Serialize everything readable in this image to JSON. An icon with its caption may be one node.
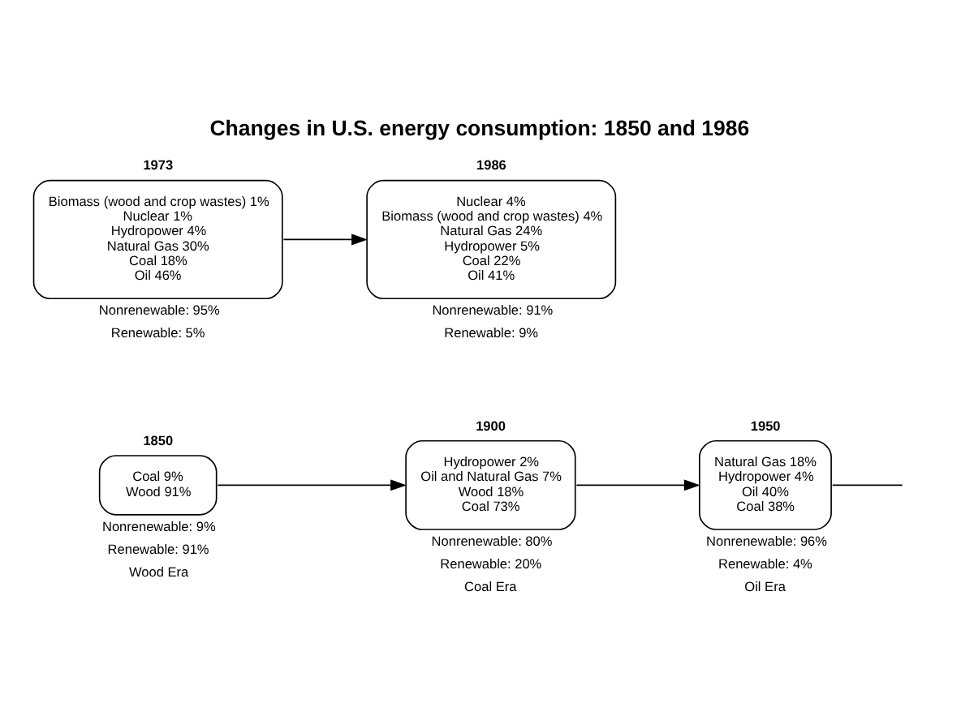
{
  "diagram": {
    "title": "Changes in U.S. energy consumption: 1850 and 1986",
    "nodes": [
      {
        "text": [
          "Coal 9%",
          "Wood 91%"
        ],
        "beside": [
          "1850",
          "Nonrenewable: 9%",
          "Renewable: 91%",
          "Wood Era"
        ]
      },
      {
        "text": [
          "Hydropower 2%",
          "Oil and Natural Gas 7%",
          "Wood 18%",
          "Coal 73%"
        ],
        "beside": [
          "1900",
          "Nonrenewable: 80%",
          "Renewable: 20%",
          "Coal Era"
        ]
      },
      {
        "text": [
          "Natural Gas 18%",
          "Hydropower 4%",
          "Oil 40%",
          "Coal 38%"
        ],
        "beside": [
          "1950",
          "Nonrenewable: 96%",
          "Renewable: 4%",
          "Oil Era"
        ]
      },
      {
        "text": [
          "Biomass (wood and crop wastes) 1%",
          "Nuclear 1%",
          "Hydropower 4%",
          "Natural Gas 30%",
          "Coal 18%",
          "Oil 46%"
        ],
        "beside": [
          "1973",
          "Nonrenewable: 95%",
          "Renewable: 5%"
        ]
      },
      {
        "text": [
          "Nuclear 4%",
          "Biomass (wood and crop wastes) 4%",
          "Natural Gas 24%",
          "Hydropower 5%",
          "Coal 22%",
          "Oil 41%"
        ],
        "beside": [
          "1986",
          "Nonrenewable: 91%",
          "Renewable: 9%"
        ]
      }
    ],
    "edges": [
      {
        "from": 0,
        "to": 1,
        "arrow": "to"
      },
      {
        "from": 1,
        "to": 2,
        "arrow": "to"
      },
      {
        "from": 2,
        "to": null,
        "arrow": "none"
      },
      {
        "from": 3,
        "to": 4,
        "arrow": "to"
      }
    ]
  }
}
